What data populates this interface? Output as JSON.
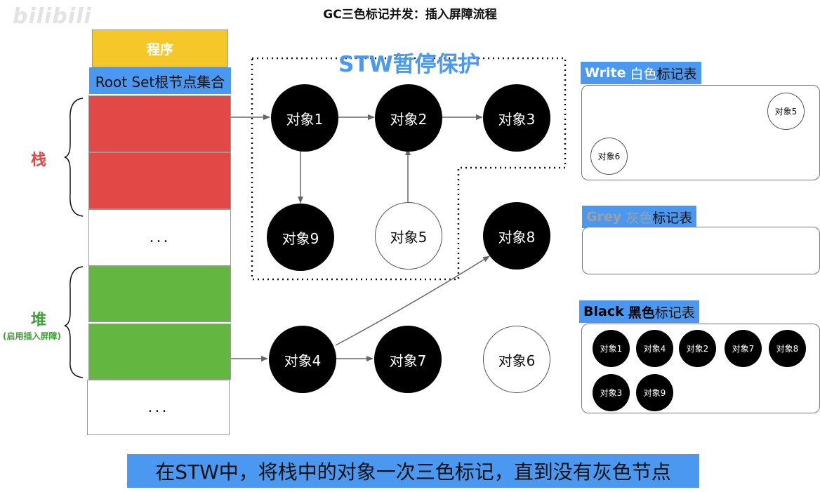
{
  "header": {
    "title": "GC三色标记并发：插入屏障流程",
    "watermark": "bilibili"
  },
  "left_panel": {
    "program_label": "程序",
    "root_set_label": "Root Set根节点集合",
    "stack_label": "栈",
    "heap_label": "堆",
    "heap_sublabel": "(启用插入屏障)",
    "ellipsis": "..."
  },
  "stw": {
    "title": "STW暂停保护"
  },
  "objects": {
    "obj1": "对象1",
    "obj2": "对象2",
    "obj3": "对象3",
    "obj4": "对象4",
    "obj5": "对象5",
    "obj6": "对象6",
    "obj7": "对象7",
    "obj8": "对象8",
    "obj9": "对象9"
  },
  "tables": {
    "white": {
      "label_latin": "Write",
      "label_cn_color": "白色",
      "label_cn_rest": "标记表",
      "items": [
        "对象5",
        "对象6"
      ]
    },
    "grey": {
      "label_latin": "Grey",
      "label_cn_color": "灰色",
      "label_cn_rest": "标记表",
      "items": []
    },
    "black": {
      "label_latin": "Black",
      "label_cn_color": "黑色",
      "label_cn_rest": "标记表",
      "items": [
        "对象1",
        "对象4",
        "对象2",
        "对象7",
        "对象8",
        "对象3",
        "对象9"
      ]
    }
  },
  "colors": {
    "accent_blue": "#4a98ef",
    "stack_red": "#e24845",
    "heap_green": "#63b640",
    "program_yellow": "#f5c729",
    "grey_text": "#a0a0a0"
  },
  "caption": "在STW中，将栈中的对象一次三色标记，直到没有灰色节点"
}
